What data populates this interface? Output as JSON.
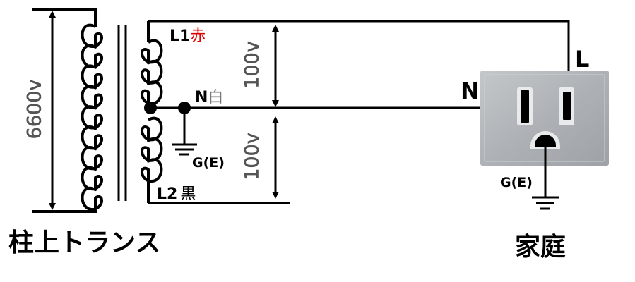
{
  "primary_voltage": "6600v",
  "secondary_upper_voltage": "100v",
  "secondary_lower_voltage": "100v",
  "terminal_l1": {
    "code": "L1",
    "color_word": "赤",
    "color": "#e00000"
  },
  "terminal_n": {
    "code": "N",
    "color_word": "白"
  },
  "terminal_l2": {
    "code": "L2",
    "color_word": "黒"
  },
  "ground_transformer": "G(E)",
  "ground_outlet": "G(E)",
  "outlet_label_n": "N",
  "outlet_label_l": "L",
  "caption_transformer": "柱上トランス",
  "caption_home": "家庭"
}
